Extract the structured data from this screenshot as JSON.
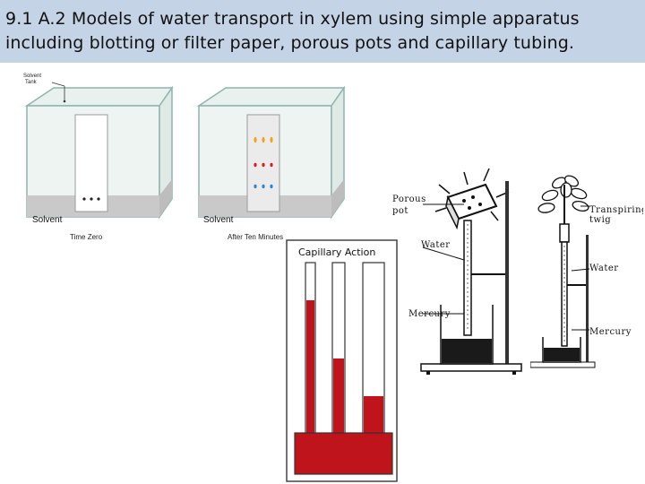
{
  "slide": {
    "title_line1": "9.1 A.2 Models of water transport in xylem using simple apparatus",
    "title_line2": "including blotting or filter paper, porous pots and capillary tubing."
  },
  "chromatography": {
    "solvent_tank_line1": "Solvent",
    "solvent_tank_line2": "Tank",
    "tank1_solvent": "Solvent",
    "tank1_caption": "Time Zero",
    "tank2_solvent": "Solvent",
    "tank2_caption": "After Ten Minutes",
    "dot_colors": [
      "#f2a31a",
      "#d02020",
      "#2a86d0"
    ]
  },
  "capillary": {
    "title": "Capillary Action",
    "liquid_color": "#c0141c",
    "tube_levels": [
      0.78,
      0.44,
      0.22
    ]
  },
  "porous_pot": {
    "label_line1": "Porous",
    "label_line2": "pot",
    "water": "Water",
    "mercury": "Mercury"
  },
  "transpiring_twig": {
    "label_line1": "Transpiring",
    "label_line2": "twig",
    "water": "Water",
    "mercury": "Mercury"
  }
}
